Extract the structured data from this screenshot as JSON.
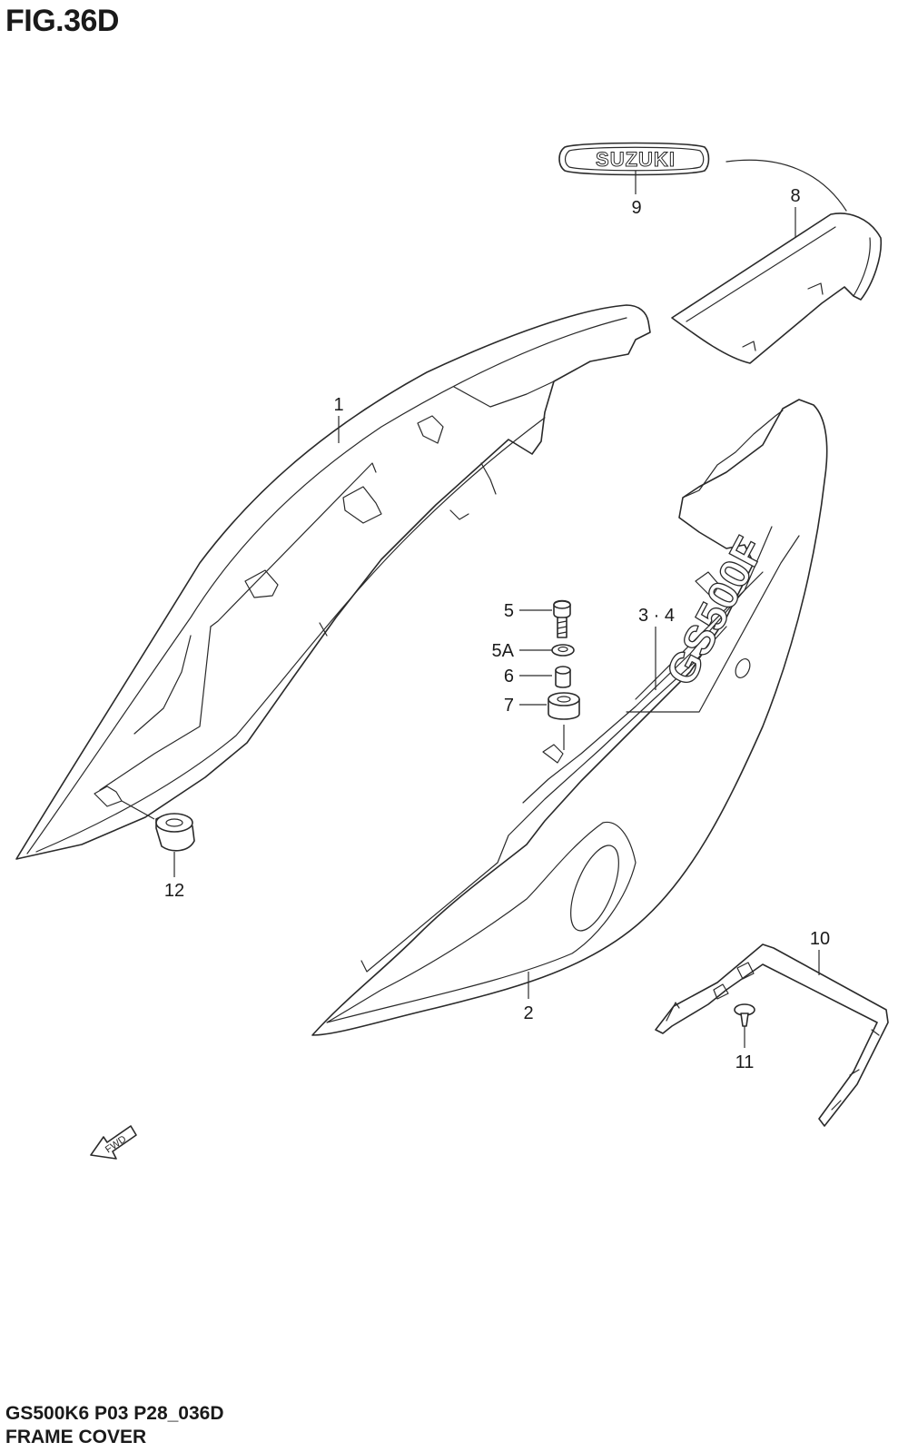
{
  "figure": {
    "title": "FIG.36D"
  },
  "footer": {
    "model_code": "GS500K6 P03 P28_036D",
    "section_title": "FRAME COVER"
  },
  "decals": {
    "emblem_text": "SUZUKI",
    "model_decal_text": "GS500F",
    "direction_arrow_text": "FWD"
  },
  "callouts": {
    "c1": "1",
    "c2": "2",
    "c34": "3 · 4",
    "c5": "5",
    "c5a": "5A",
    "c6": "6",
    "c7": "7",
    "c8": "8",
    "c9": "9",
    "c10": "10",
    "c11": "11",
    "c12": "12"
  }
}
